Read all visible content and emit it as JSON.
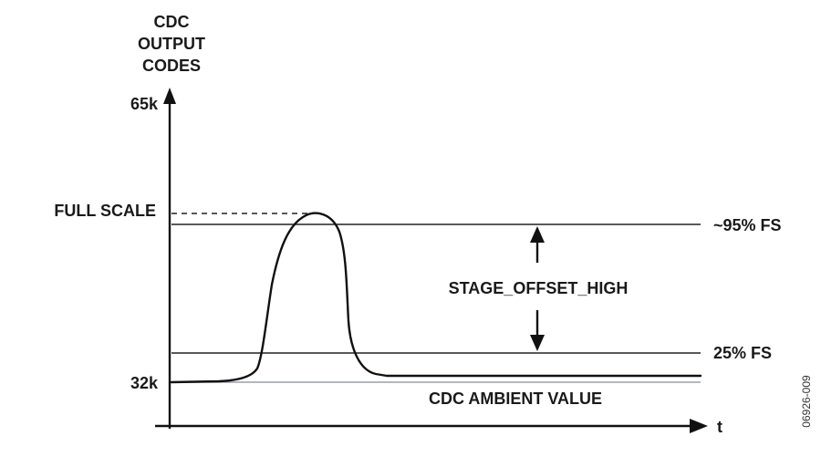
{
  "y_axis": {
    "title_lines": [
      "CDC",
      "OUTPUT",
      "CODES"
    ],
    "tick_top": "65k",
    "tick_bottom": "32k"
  },
  "x_axis": {
    "label": "t"
  },
  "levels": {
    "full_scale": "FULL SCALE",
    "high_threshold": "~95% FS",
    "low_threshold": "25% FS",
    "ambient": "CDC AMBIENT VALUE"
  },
  "annotation": {
    "offset_label": "STAGE_OFFSET_HIGH"
  },
  "figure_id": "06926-009"
}
